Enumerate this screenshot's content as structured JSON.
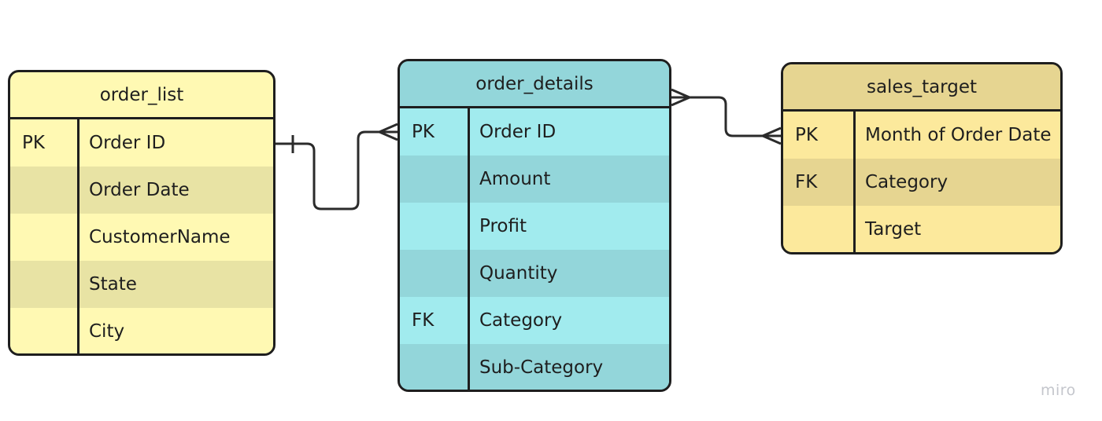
{
  "entities": {
    "order_list": {
      "title": "order_list",
      "rows": [
        {
          "key": "PK",
          "name": "Order ID"
        },
        {
          "key": "",
          "name": "Order Date"
        },
        {
          "key": "",
          "name": "CustomerName"
        },
        {
          "key": "",
          "name": "State"
        },
        {
          "key": "",
          "name": "City"
        }
      ]
    },
    "order_details": {
      "title": "order_details",
      "rows": [
        {
          "key": "PK",
          "name": "Order ID"
        },
        {
          "key": "",
          "name": "Amount"
        },
        {
          "key": "",
          "name": "Profit"
        },
        {
          "key": "",
          "name": "Quantity"
        },
        {
          "key": "FK",
          "name": "Category"
        },
        {
          "key": "",
          "name": "Sub-Category"
        }
      ]
    },
    "sales_target": {
      "title": "sales_target",
      "rows": [
        {
          "key": "PK",
          "name": "Month of Order Date"
        },
        {
          "key": "FK",
          "name": "Category"
        },
        {
          "key": "",
          "name": "Target"
        }
      ]
    }
  },
  "relationships": [
    {
      "from": "order_list",
      "from_end": "one",
      "to": "order_details",
      "to_end": "many"
    },
    {
      "from": "order_details",
      "from_end": "many",
      "to": "sales_target",
      "to_end": "many"
    }
  ],
  "colors": {
    "order_list_bg": "#fff9b3",
    "order_list_alt": "#e8e3a4",
    "order_details_bg": "#a1ebee",
    "order_details_alt": "#93d6da",
    "sales_target_bg": "#fce99c",
    "sales_target_alt": "#e6d591",
    "line": "#2b2b2b"
  },
  "watermark": "miro"
}
